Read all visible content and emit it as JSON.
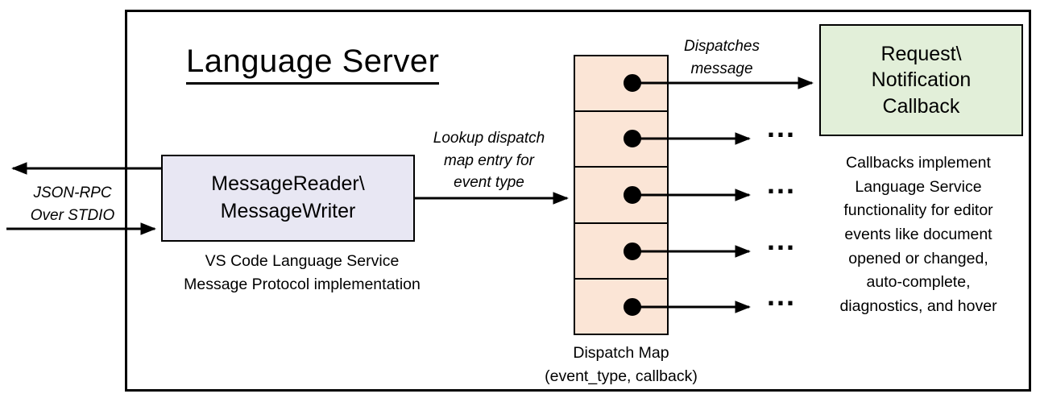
{
  "title": "Language Server",
  "io_label": "JSON-RPC\nOver STDIO",
  "reader_box": "MessageReader\\\nMessageWriter",
  "reader_caption": "VS Code Language Service\nMessage Protocol implementation",
  "lookup_label": "Lookup dispatch\nmap entry for\nevent type",
  "dispatches_label": "Dispatches\nmessage",
  "callback_box": "Request\\\nNotification\nCallback",
  "callback_caption": "Callbacks implement\nLanguage Service\nfunctionality for editor\nevents like document\nopened or changed,\nauto-complete,\ndiagnostics, and hover",
  "map_caption": "Dispatch Map\n(event_type, callback)",
  "ellipsis": "...",
  "colors": {
    "reader_fill": "#e8e7f3",
    "map_fill": "#fbe5d6",
    "callback_fill": "#e2efd9",
    "line_color": "#000000"
  }
}
